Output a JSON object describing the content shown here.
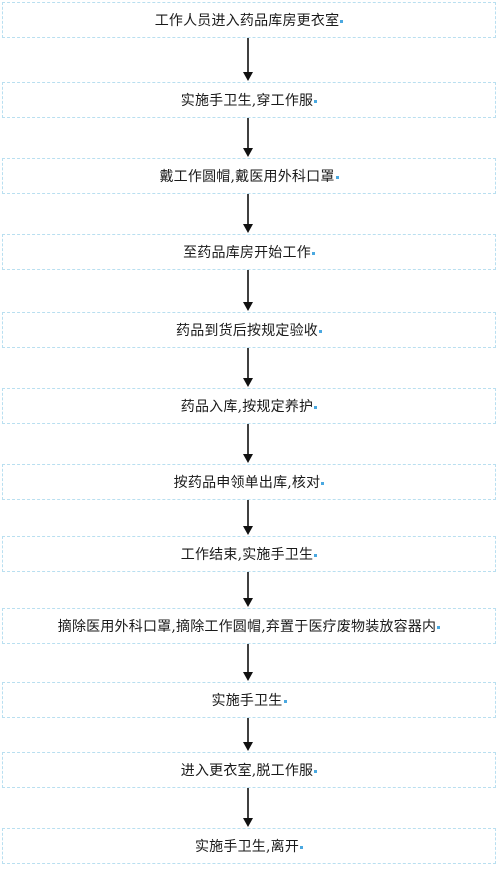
{
  "steps": [
    {
      "text": "工作人员进入药品库房更衣室"
    },
    {
      "text": "实施手卫生,穿工作服"
    },
    {
      "text": "戴工作圆帽,戴医用外科口罩"
    },
    {
      "text": "至药品库房开始工作"
    },
    {
      "text": "药品到货后按规定验收"
    },
    {
      "text": "药品入库,按规定养护"
    },
    {
      "text": "按药品申领单出库,核对"
    },
    {
      "text": "工作结束,实施手卫生"
    },
    {
      "text": "摘除医用外科口罩,摘除工作圆帽,弃置于医疗废物装放容器内"
    },
    {
      "text": "实施手卫生"
    },
    {
      "text": "进入更衣室,脱工作服"
    },
    {
      "text": "实施手卫生,离开"
    }
  ],
  "colors": {
    "box_border": "#b9dff0",
    "arrow": "#111111",
    "paragraph_mark": "#4aa8e0"
  }
}
